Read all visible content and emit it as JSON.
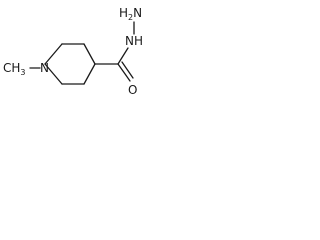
{
  "molecule": {
    "atoms": {
      "ring_nitrogen": "N",
      "methyl": "CH",
      "methyl_subscript": "3",
      "carbonyl_oxygen": "O",
      "hydrazide_nh": "NH",
      "hydrazide_n": "H",
      "hydrazide_n_symbol": "N",
      "hydrazide_n_subscript": "2"
    }
  }
}
